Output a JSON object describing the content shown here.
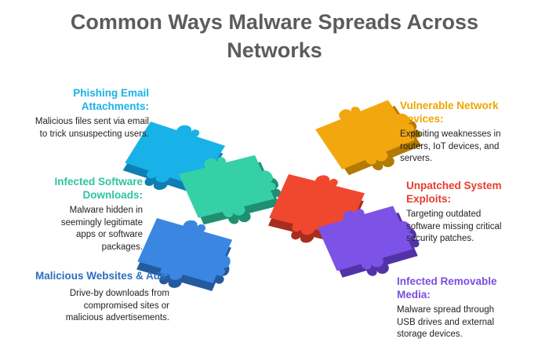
{
  "title": {
    "line1": "Common Ways Malware Spreads Across",
    "line2": "Networks"
  },
  "left": [
    {
      "heading": [
        "Phishing Email",
        "Attachments:"
      ],
      "desc": [
        "Malicious files sent via email",
        "to trick unsuspecting users."
      ],
      "color": "#1ab3e6"
    },
    {
      "heading": [
        "Infected Software",
        "Downloads:"
      ],
      "desc": [
        "Malware hidden in",
        "seemingly legitimate",
        "apps or software",
        "packages."
      ],
      "color": "#2ec4a0"
    },
    {
      "heading": [
        "Malicious Websites & Ads:"
      ],
      "desc": [
        "Drive-by downloads from",
        "compromised sites or",
        "malicious advertisements."
      ],
      "color": "#2c6fbf"
    }
  ],
  "right": [
    {
      "heading": [
        "Vulnerable Network",
        "Devices:"
      ],
      "desc": [
        "Exploiting weaknesses in",
        "routers, IoT devices, and",
        "servers."
      ],
      "color": "#f0a500"
    },
    {
      "heading": [
        "Unpatched System",
        "Exploits:"
      ],
      "desc": [
        "Targeting outdated",
        "software missing critical",
        "security patches."
      ],
      "color": "#e63b2e"
    },
    {
      "heading": [
        "Infected Removable",
        "Media:"
      ],
      "desc": [
        "Malware spread through",
        "USB drives and external",
        "storage devices."
      ],
      "color": "#7a4de0"
    }
  ],
  "piece_colors": {
    "cyan": "#19b2e8",
    "teal": "#36d0a7",
    "blue": "#3a86e0",
    "orange": "#f2a70f",
    "red": "#f0472f",
    "purple": "#7d52e6"
  }
}
